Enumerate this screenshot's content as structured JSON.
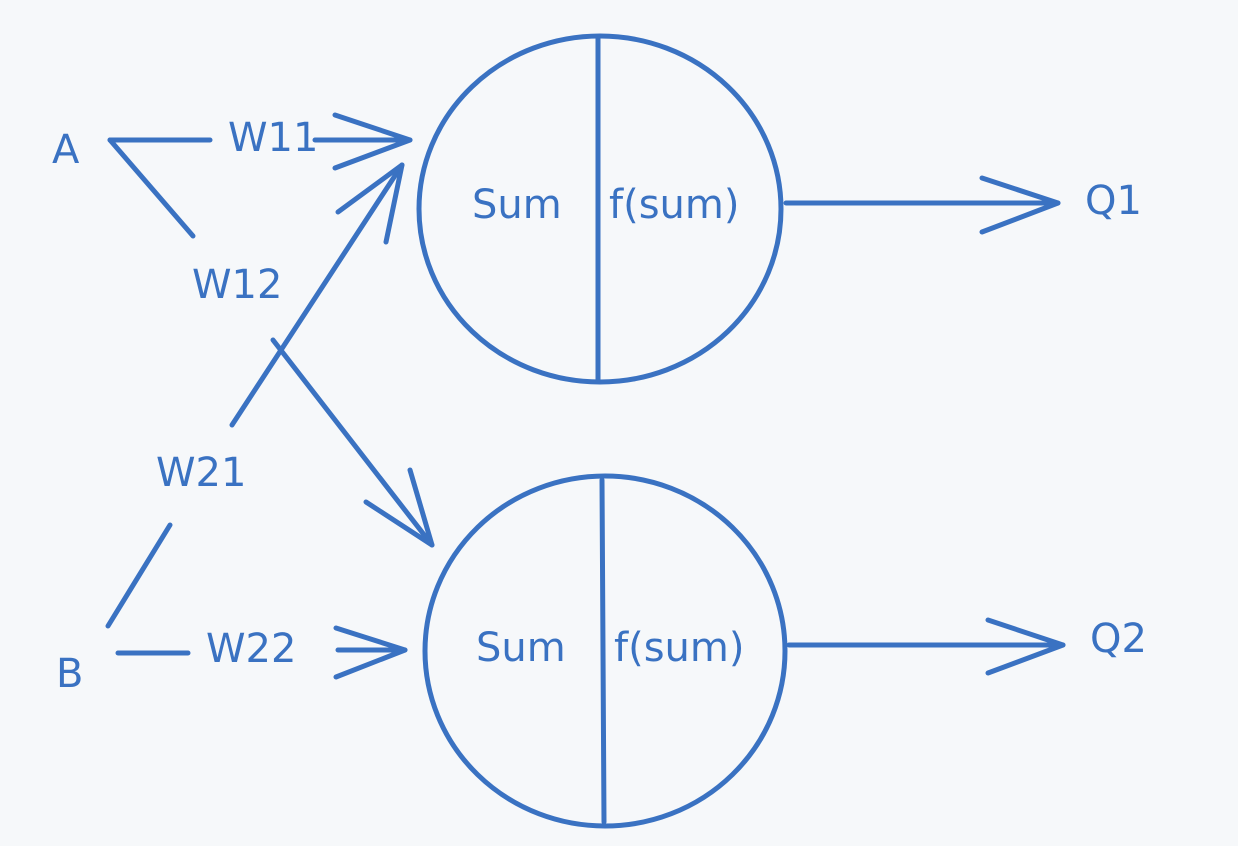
{
  "inputs": {
    "a": "A",
    "b": "B"
  },
  "weights": {
    "w11": "W11",
    "w12": "W12",
    "w21": "W21",
    "w22": "W22"
  },
  "neuron1": {
    "sum": "Sum",
    "activation": "f(sum)",
    "output": "Q1"
  },
  "neuron2": {
    "sum": "Sum",
    "activation": "f(sum)",
    "output": "Q2"
  },
  "colors": {
    "stroke": "#3a72c2",
    "background": "#f6f8fa"
  }
}
